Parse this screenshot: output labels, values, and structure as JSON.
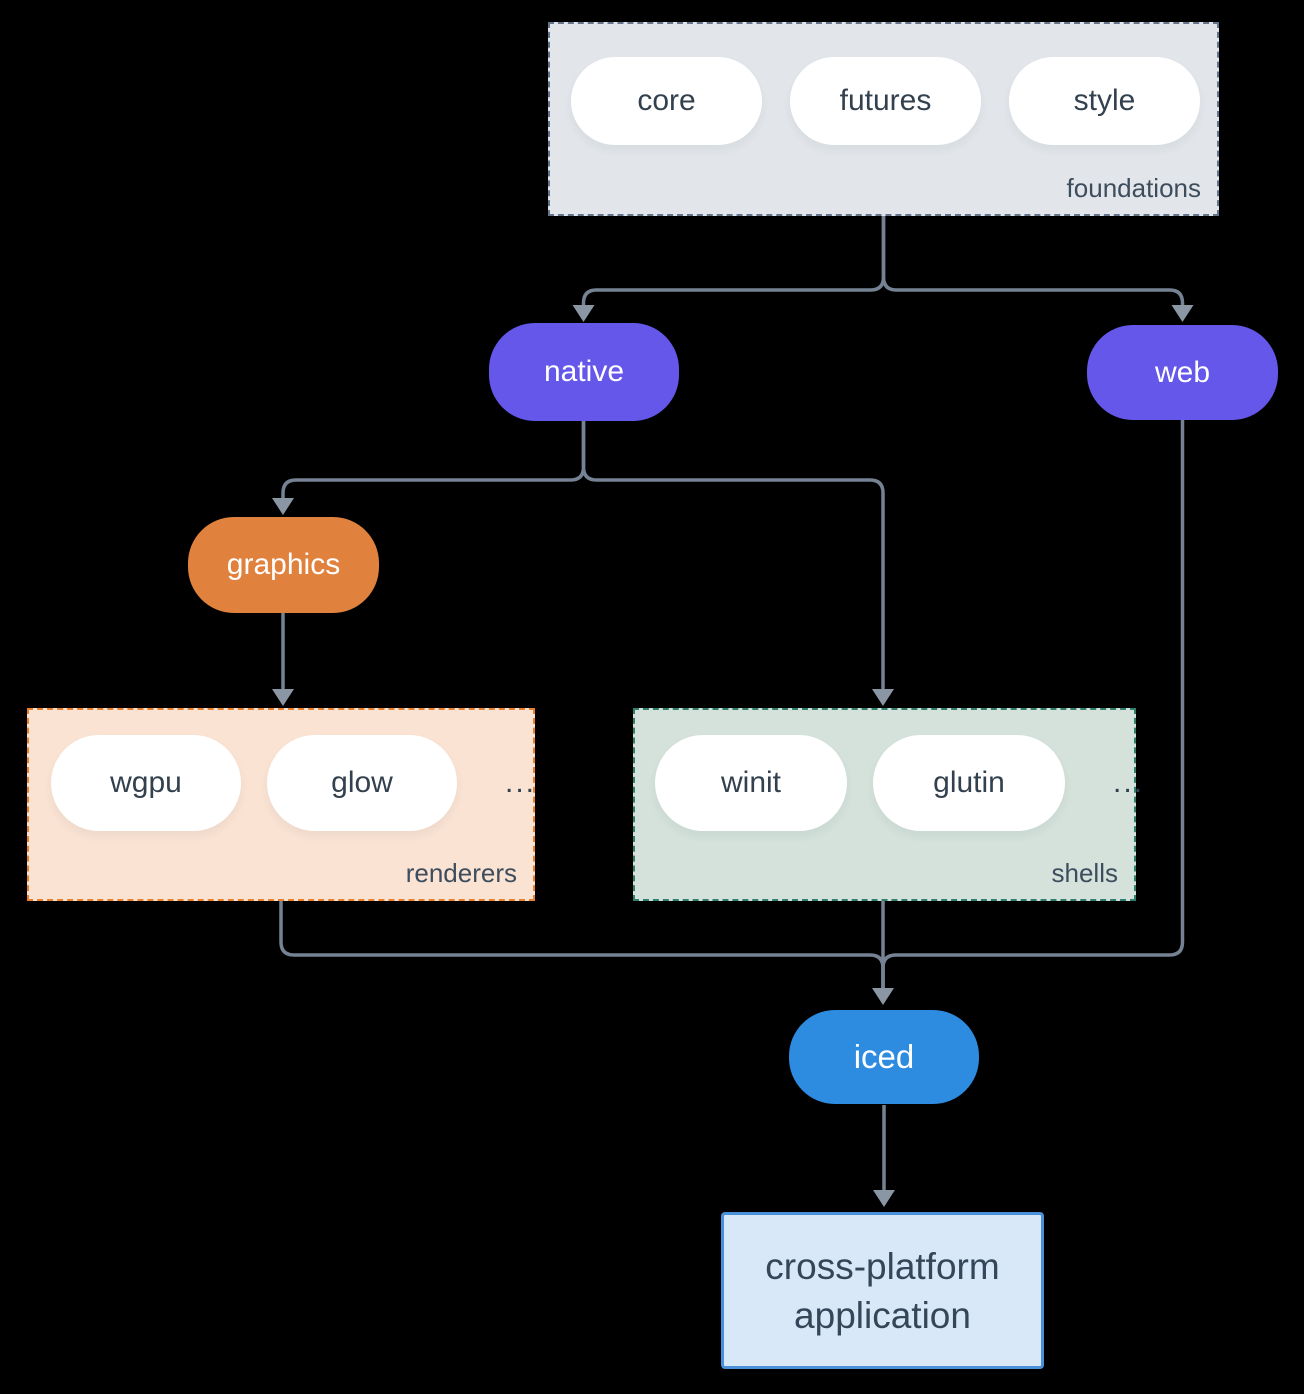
{
  "colors": {
    "bg": "#000000",
    "foundations_fill": "#e2e6ea",
    "foundations_border": "#64748b",
    "pill_fill": "#ffffff",
    "pill_text": "#33414f",
    "purple": "#6457e9",
    "orange": "#e0823d",
    "blue": "#2d8ce0",
    "renderers_fill": "#fae3d3",
    "renderers_border": "#e8802e",
    "shells_fill": "#d4e2db",
    "shells_border": "#31806d",
    "app_fill": "#d8e8f8",
    "app_border": "#4a90d9",
    "app_text": "#36465a",
    "label_text": "#3d4d5d",
    "arrow": "#758293",
    "arrowhead": "#8b96a4"
  },
  "foundations": {
    "label": "foundations",
    "items": [
      "core",
      "futures",
      "style"
    ]
  },
  "native": {
    "label": "native"
  },
  "web": {
    "label": "web"
  },
  "graphics": {
    "label": "graphics"
  },
  "renderers": {
    "label": "renderers",
    "items": [
      "wgpu",
      "glow"
    ],
    "more": "..."
  },
  "shells": {
    "label": "shells",
    "items": [
      "winit",
      "glutin"
    ],
    "more": "..."
  },
  "iced": {
    "label": "iced"
  },
  "application": {
    "line1": "cross-platform",
    "line2": "application"
  }
}
